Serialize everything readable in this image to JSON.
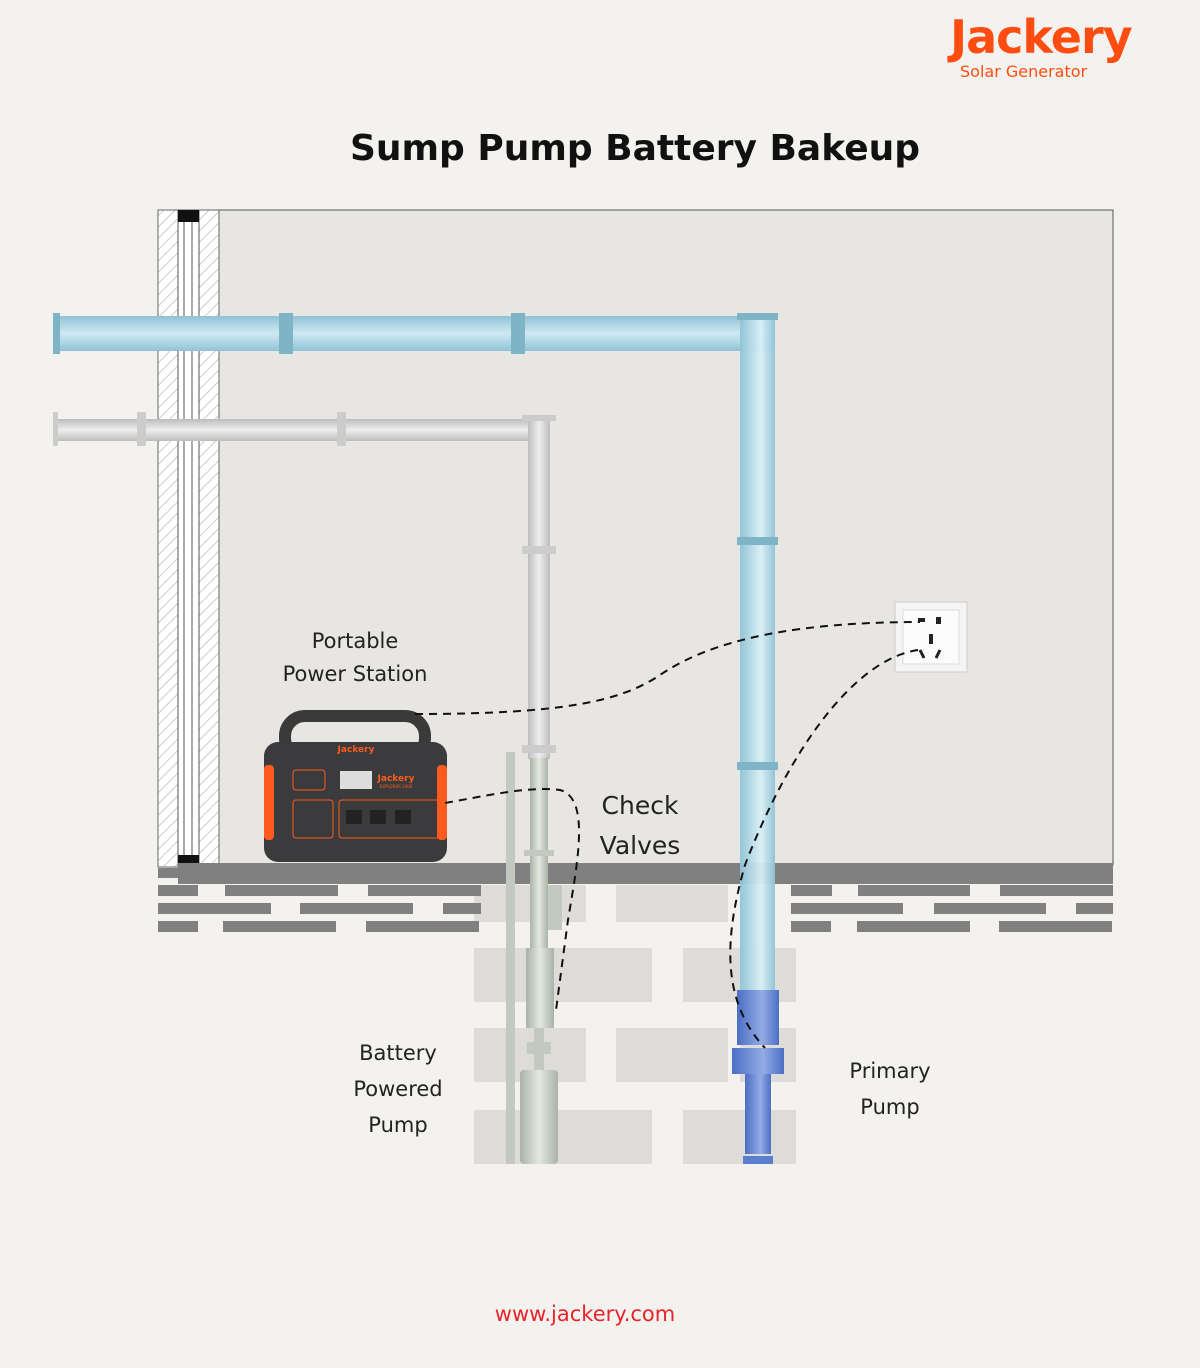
{
  "brand": {
    "name": "Jackery",
    "tagline": "Solar Generator",
    "color": "#ff4d12"
  },
  "title": "Sump Pump Battery Bakeup",
  "labels": {
    "power_station": [
      "Portable",
      "Power Station"
    ],
    "check_valves": [
      "Check",
      "Valves"
    ],
    "battery_pump": [
      "Battery",
      "Powered",
      "Pump"
    ],
    "primary_pump": [
      "Primary",
      "Pump"
    ]
  },
  "device": {
    "brand": "Jackery",
    "model": "EXPLORER 1000"
  },
  "footer": {
    "url": "www.jackery.com",
    "color": "#e8242b"
  },
  "colors": {
    "water_pipe": "#a9d3e2",
    "drain_pipe": "#cfcfcf",
    "primary_pump": "#5b7fcf",
    "battery_pump": "#c3c8c0",
    "floor": "#808080"
  }
}
